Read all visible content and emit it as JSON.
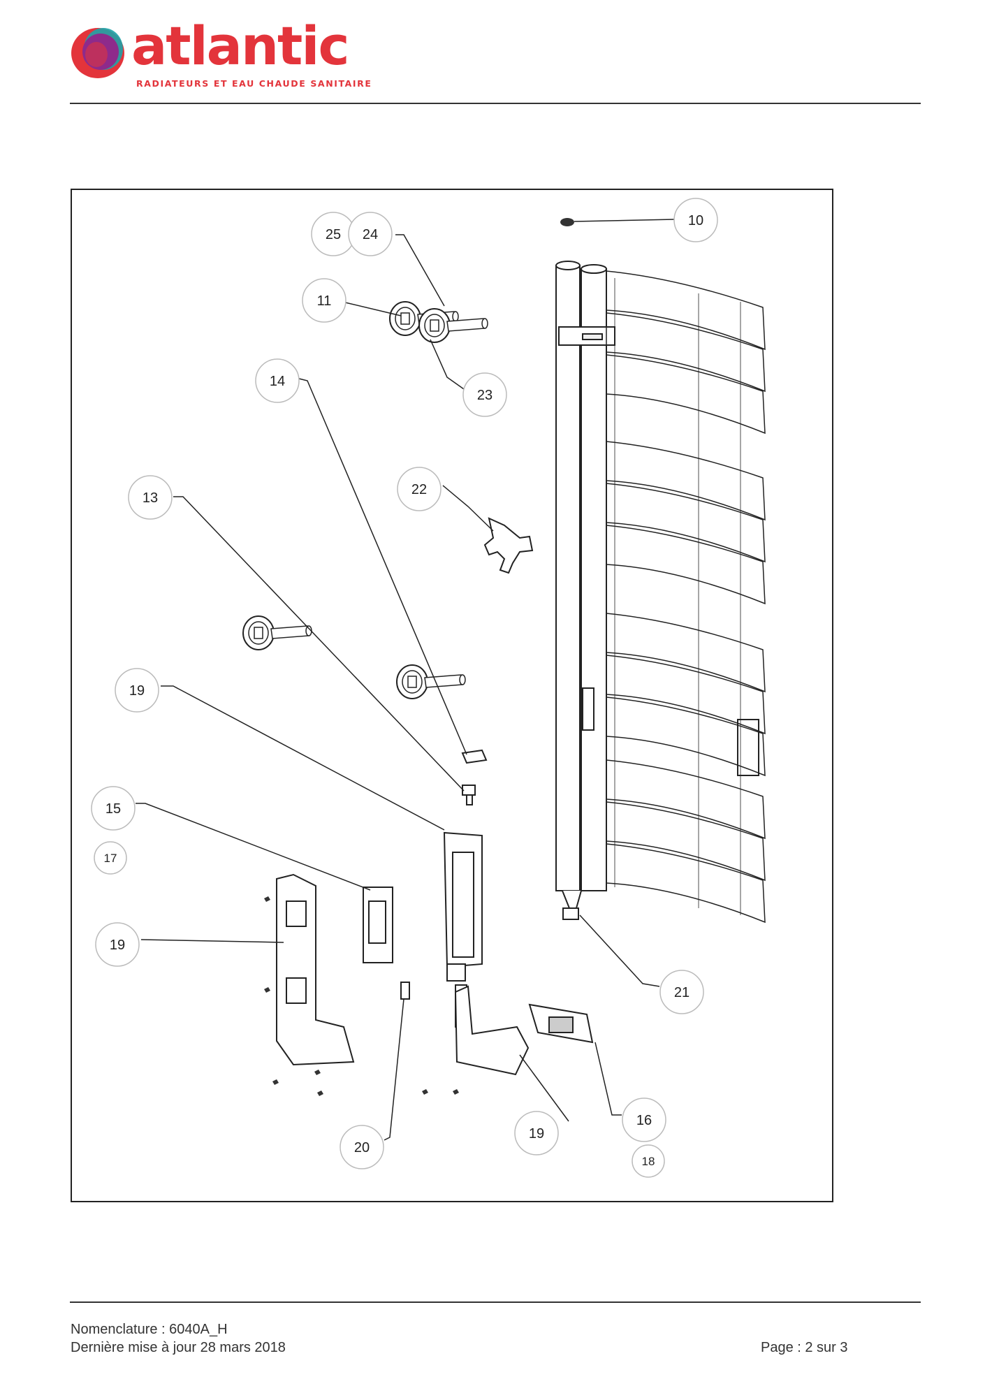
{
  "header": {
    "brand": "atlantic",
    "tagline": "RADIATEURS ET EAU CHAUDE SANITAIRE",
    "brand_colors": {
      "red": "#e3343b",
      "purple": "#8e2a8b",
      "teal": "#1ea3a8"
    }
  },
  "diagram": {
    "callouts": [
      "10",
      "25",
      "24",
      "11",
      "23",
      "14",
      "22",
      "13",
      "19",
      "15",
      "17",
      "19",
      "21",
      "16",
      "18",
      "19",
      "20"
    ]
  },
  "footer": {
    "nomenclature": "Nomenclature : 6040A_H",
    "updated": "Dernière mise à jour 28 mars 2018",
    "page": "Page : 2 sur 3"
  }
}
